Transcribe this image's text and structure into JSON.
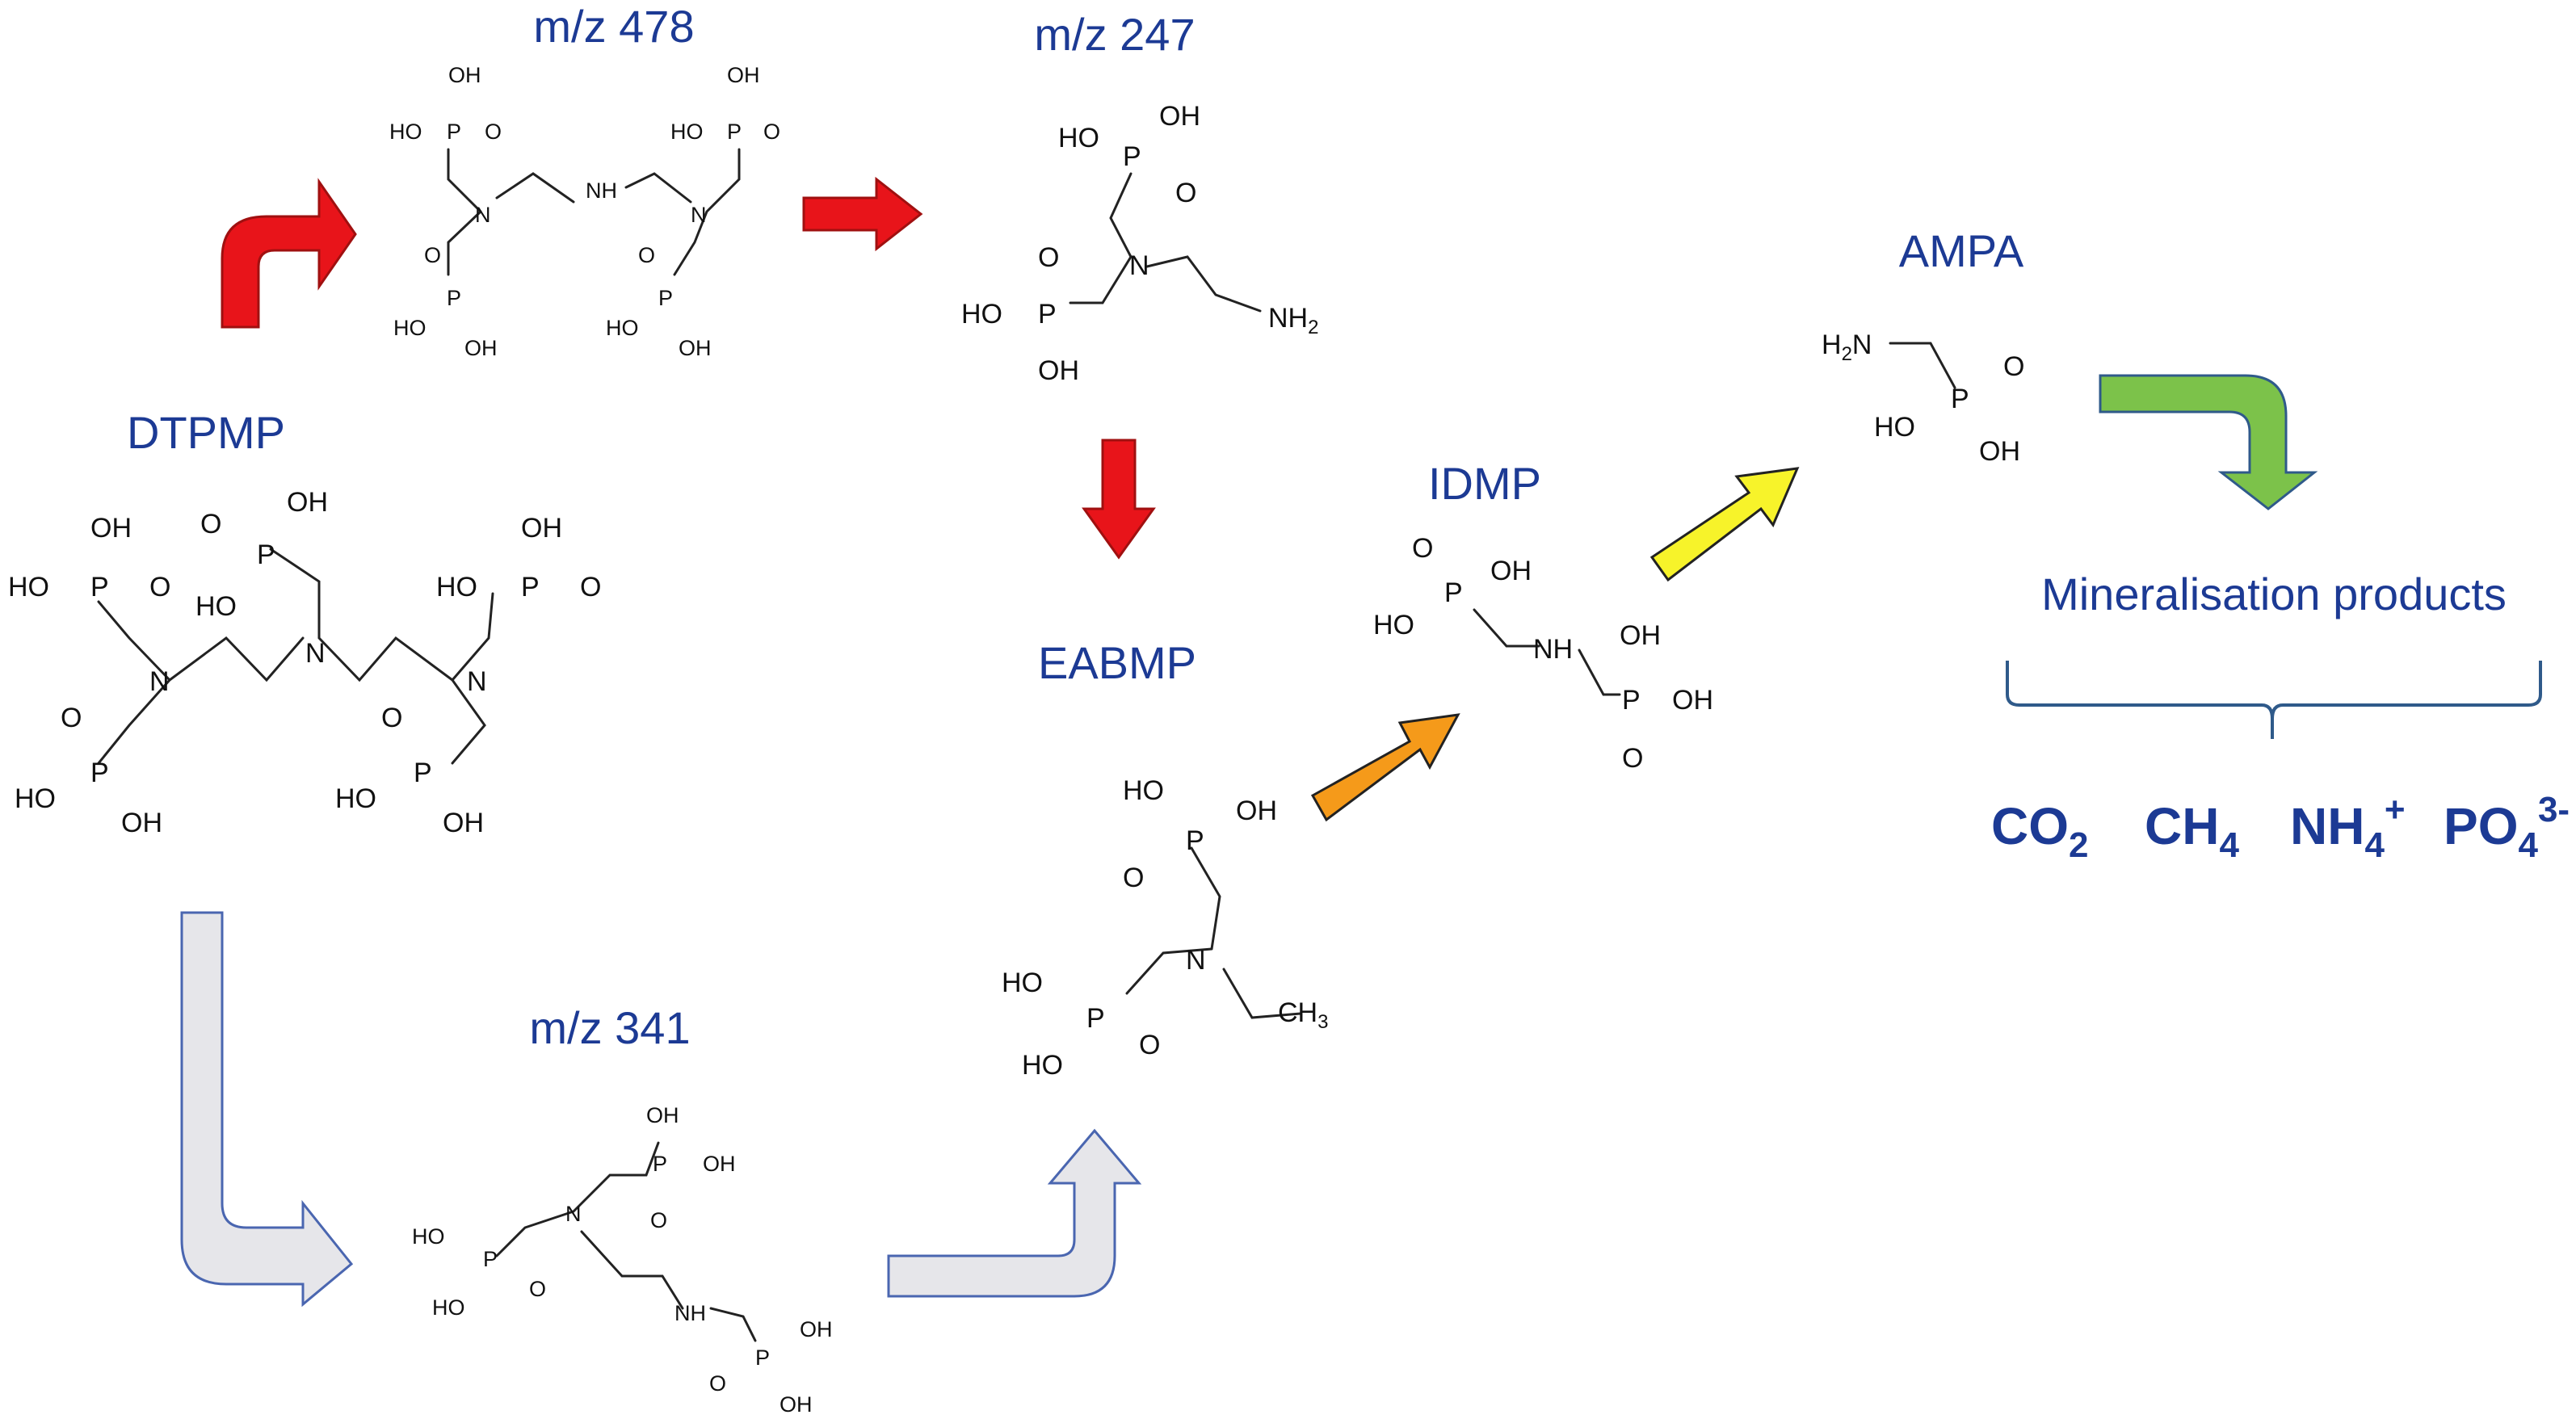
{
  "compounds": {
    "dtpmp": "DTPMP",
    "mz478": "m/z 478",
    "mz247": "m/z 247",
    "eabmp": "EABMP",
    "idmp": "IDMP",
    "ampa": "AMPA",
    "mz341": "m/z 341"
  },
  "mineralisation": {
    "label": "Mineralisation products",
    "products": [
      {
        "base": "CO",
        "sub": "2",
        "sup": ""
      },
      {
        "base": "CH",
        "sub": "4",
        "sup": ""
      },
      {
        "base": "NH",
        "sub": "4",
        "sup": "+"
      },
      {
        "base": "PO",
        "sub": "4",
        "sup": "3-"
      }
    ]
  },
  "atoms": {
    "oh": "OH",
    "ho": "HO",
    "p": "P",
    "o": "O",
    "n": "N",
    "nh": "NH",
    "nh2": "NH",
    "h2n": "H",
    "ch3": "CH",
    "two": "2",
    "three": "3"
  },
  "colors": {
    "label_blue": "#1c3a94",
    "arrow_red": "#e8141a",
    "arrow_grey": "#e6e6ea",
    "arrow_grey_outline": "#4a66b0",
    "arrow_yellow": "#f7f32a",
    "arrow_orange": "#f59a1a",
    "arrow_green": "#7cc24a"
  }
}
